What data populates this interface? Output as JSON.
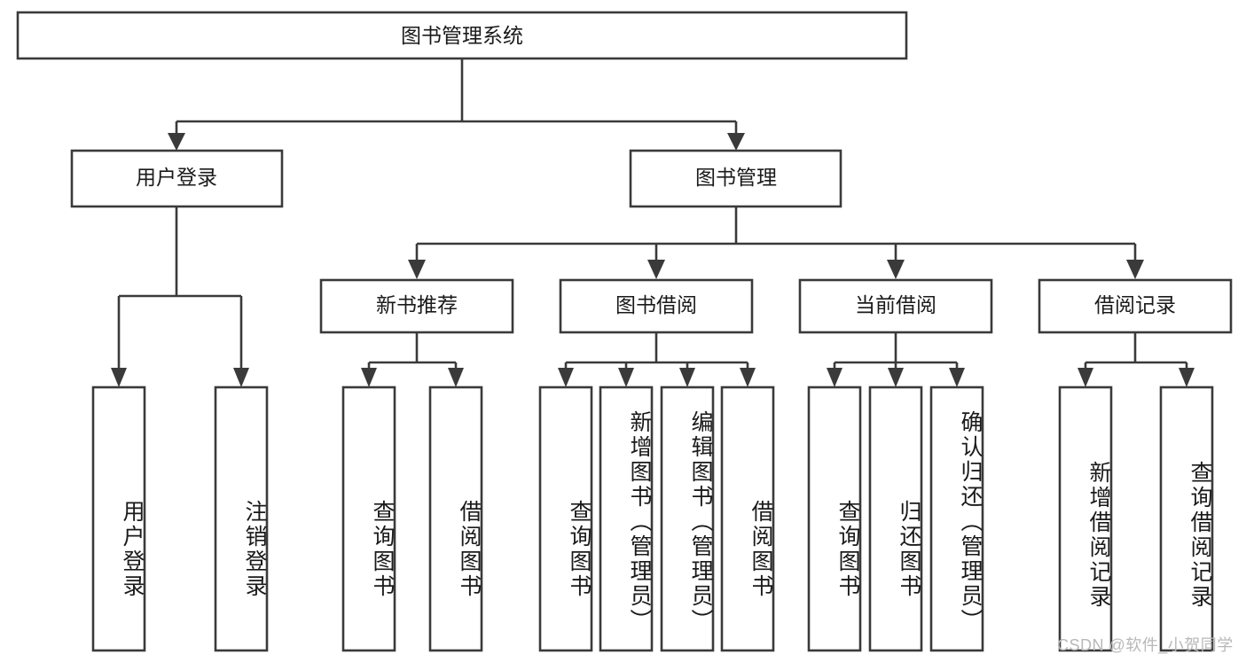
{
  "diagram": {
    "title_node": {
      "label": "图书管理系统"
    },
    "level2": [
      {
        "id": "user-login",
        "label": "用户登录"
      },
      {
        "id": "book-management",
        "label": "图书管理"
      }
    ],
    "level3": [
      {
        "id": "new-book-recommend",
        "label": "新书推荐"
      },
      {
        "id": "book-borrow",
        "label": "图书借阅"
      },
      {
        "id": "current-borrow",
        "label": "当前借阅"
      },
      {
        "id": "borrow-record",
        "label": "借阅记录"
      }
    ],
    "leaves": [
      {
        "id": "leaf-user-login",
        "label": "用户登录",
        "parent": "user-login"
      },
      {
        "id": "leaf-logout-login",
        "label": "注销登录",
        "parent": "user-login"
      },
      {
        "id": "leaf-query-book-1",
        "label": "查询图书",
        "parent": "new-book-recommend"
      },
      {
        "id": "leaf-borrow-book-1",
        "label": "借阅图书",
        "parent": "new-book-recommend"
      },
      {
        "id": "leaf-query-book-2",
        "label": "查询图书",
        "parent": "book-borrow"
      },
      {
        "id": "leaf-add-book",
        "label": "新增图书（管理员）",
        "parent": "book-borrow"
      },
      {
        "id": "leaf-edit-book",
        "label": "编辑图书（管理员）",
        "parent": "book-borrow"
      },
      {
        "id": "leaf-borrow-book-2",
        "label": "借阅图书",
        "parent": "book-borrow"
      },
      {
        "id": "leaf-query-book-3",
        "label": "查询图书",
        "parent": "current-borrow"
      },
      {
        "id": "leaf-return-book",
        "label": "归还图书",
        "parent": "current-borrow"
      },
      {
        "id": "leaf-confirm-return",
        "label": "确认归还（管理员）",
        "parent": "current-borrow"
      },
      {
        "id": "leaf-add-record",
        "label": "新增借阅记录",
        "parent": "borrow-record"
      },
      {
        "id": "leaf-query-record",
        "label": "查询借阅记录",
        "parent": "borrow-record"
      }
    ],
    "colors": {
      "stroke": "#3a3a3a",
      "box_fill": "#ffffff",
      "text": "#1a1a1a",
      "watermark": "#b8b8b8",
      "background": "#ffffff"
    }
  },
  "watermark": {
    "text": "CSDN @软件_小贺同学"
  }
}
